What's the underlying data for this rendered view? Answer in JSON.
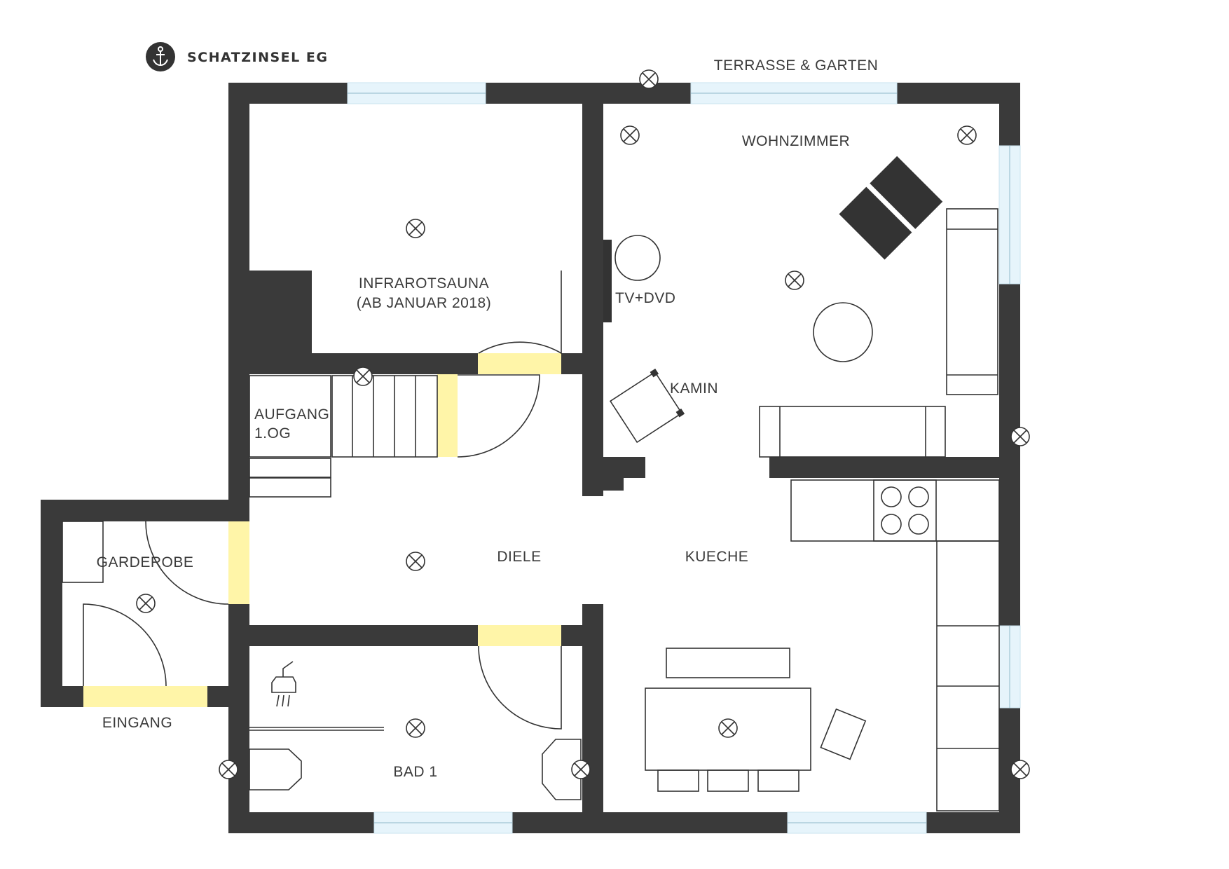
{
  "header": {
    "logo_icon": "anchor-icon",
    "title": "SCHATZINSEL EG"
  },
  "labels": {
    "terrace": "TERRASSE & GARTEN",
    "living_room": "WOHNZIMMER",
    "sauna_line1": "INFRAROTSAUNA",
    "sauna_line2": "(AB JANUAR 2018)",
    "tv": "TV+DVD",
    "fireplace": "KAMIN",
    "stairs_line1": "AUFGANG",
    "stairs_line2": "1.OG",
    "wardrobe": "GARDEROBE",
    "hall": "DIELE",
    "kitchen": "KUECHE",
    "entrance": "EINGANG",
    "bathroom": "BAD 1"
  },
  "colors": {
    "wall": "#3a3a3a",
    "door_opening": "#fff5a8",
    "window": "#e6f4fb"
  },
  "icons": {
    "ceiling_light": "ceiling-light-icon",
    "wall_light": "wall-light-icon",
    "shower": "shower-icon"
  }
}
